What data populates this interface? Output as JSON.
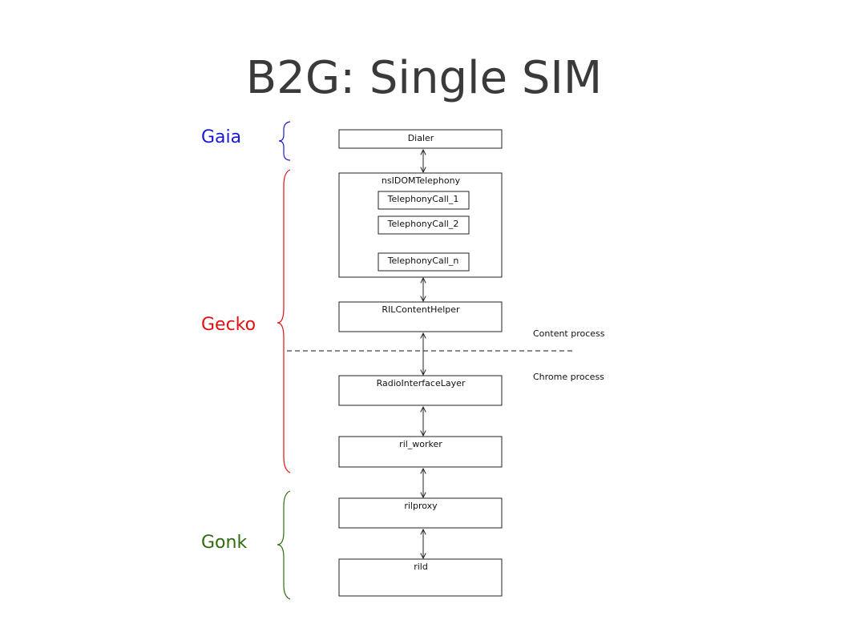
{
  "title": "B2G: Single SIM",
  "layers": {
    "gaia": {
      "label": "Gaia",
      "color": "#1a1ad6"
    },
    "gecko": {
      "label": "Gecko",
      "color": "#e01010"
    },
    "gonk": {
      "label": "Gonk",
      "color": "#2f6b10"
    }
  },
  "components": {
    "dialer": "Dialer",
    "telephony": "nsIDOMTelephony",
    "calls": [
      "TelephonyCall_1",
      "TelephonyCall_2",
      "TelephonyCall_n"
    ],
    "ril_content_helper": "RILContentHelper",
    "radio_interface_layer": "RadioInterfaceLayer",
    "ril_worker": "ril_worker",
    "rilproxy": "rilproxy",
    "rild": "rild"
  },
  "processes": {
    "content": "Content process",
    "chrome": "Chrome process"
  }
}
